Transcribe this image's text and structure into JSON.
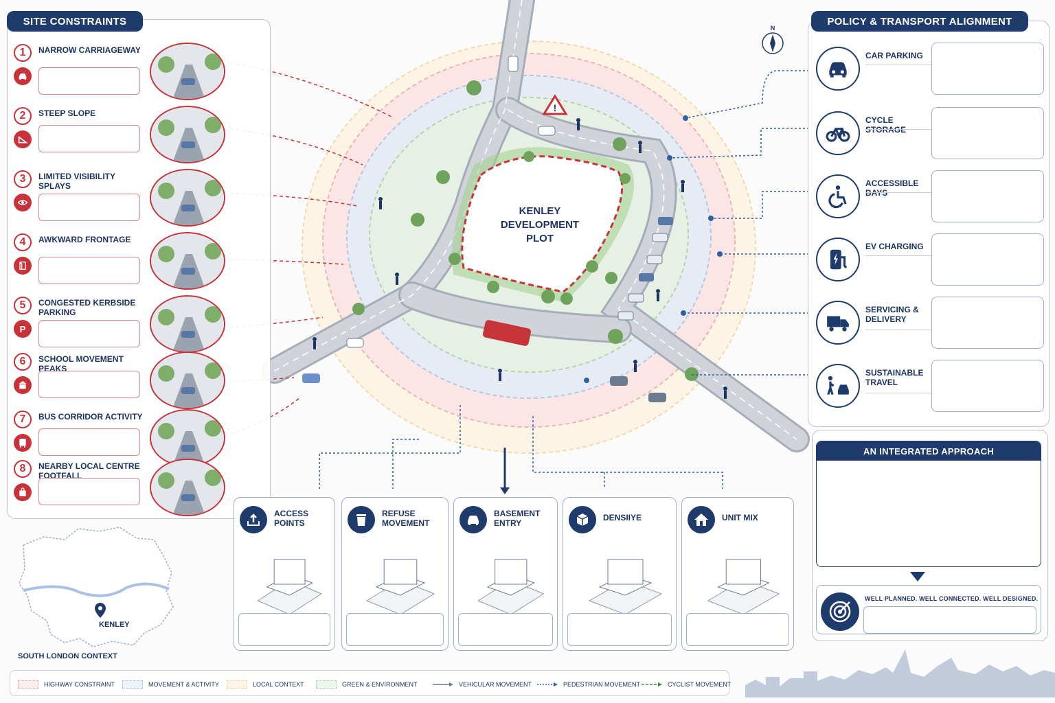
{
  "site_constraints": {
    "title": "SITE CONSTRAINTS",
    "items": [
      {
        "num": "1",
        "label": "NARROW CARRIAGEWAY",
        "icon": "car-icon"
      },
      {
        "num": "2",
        "label": "STEEP SLOPE",
        "icon": "slope-icon"
      },
      {
        "num": "3",
        "label": "LIMITED VISIBILITY SPLAYS",
        "icon": "eye-icon"
      },
      {
        "num": "4",
        "label": "AWKWARD FRONTAGE",
        "icon": "frontage-icon"
      },
      {
        "num": "5",
        "label": "CONGESTED KERBSIDE PARKING",
        "icon": "parking-icon",
        "glyph": "P"
      },
      {
        "num": "6",
        "label": "SCHOOL MOVEMENT PEAKS",
        "icon": "school-icon"
      },
      {
        "num": "7",
        "label": "BUS CORRIDOR ACTIVITY",
        "icon": "bus-icon"
      },
      {
        "num": "8",
        "label": "NEARBY LOCAL CENTRE FOOTFALL",
        "icon": "shopping-bag-icon"
      }
    ]
  },
  "policy": {
    "title": "POLICY & TRANSPORT ALIGNMENT",
    "items": [
      {
        "label": "CAR PARKING",
        "icon": "car-icon"
      },
      {
        "label": "CYCLE STORAGE",
        "icon": "bicycle-icon"
      },
      {
        "label": "ACCESSIBLE BAYS",
        "icon": "wheelchair-icon"
      },
      {
        "label": "EV CHARGING",
        "icon": "ev-charger-icon"
      },
      {
        "label": "SERVICING & DELIVERY",
        "icon": "delivery-truck-icon"
      },
      {
        "label": "SUSTAINABLE TRAVEL",
        "icon": "walk-to-car-icon"
      }
    ]
  },
  "integrated": {
    "title": "AN INTEGRATED APPROACH",
    "tagline": "WELL PLANNED. WELL CONNECTED. WELL DESIGNED."
  },
  "plot": {
    "label": "KENLEY DEVELOPMENT PLOT"
  },
  "compass": {
    "label": "N"
  },
  "context": {
    "pin": "KENLEY",
    "caption": "SOUTH LONDON CONTEXT"
  },
  "bottom_cards": [
    {
      "label": "ACCESS POINTS",
      "icon": "access-icon"
    },
    {
      "label": "REFUSE MOVEMENT",
      "icon": "bin-icon"
    },
    {
      "label": "BASEMENT ENTRY",
      "icon": "car-icon"
    },
    {
      "label": "DENSIIYE",
      "icon": "cube-icon"
    },
    {
      "label": "UNIT MIX",
      "icon": "house-icon"
    }
  ],
  "legend": [
    {
      "label": "HIGHWAY CONSTRAINT",
      "color": "#e7a6ab"
    },
    {
      "label": "MOVEMENT & ACTIVITY",
      "color": "#a9c2e3"
    },
    {
      "label": "LOCAL CONTEXT",
      "color": "#f0cf8e"
    },
    {
      "label": "GREEN & ENVIRONMENT",
      "color": "#a8d2a2"
    },
    {
      "label": "VEHICULAR MOVEMENT",
      "color": "#6b7b90"
    },
    {
      "label": "PEDESTRIAN MOVEMENT",
      "color": "#2f5fa5"
    },
    {
      "label": "CYCLIST MOVEMENT",
      "color": "#3d8a45"
    }
  ],
  "colors": {
    "navy": "#1f3b6b",
    "red": "#c8333a",
    "blue": "#2f5fa5",
    "green": "#3d8a45"
  }
}
